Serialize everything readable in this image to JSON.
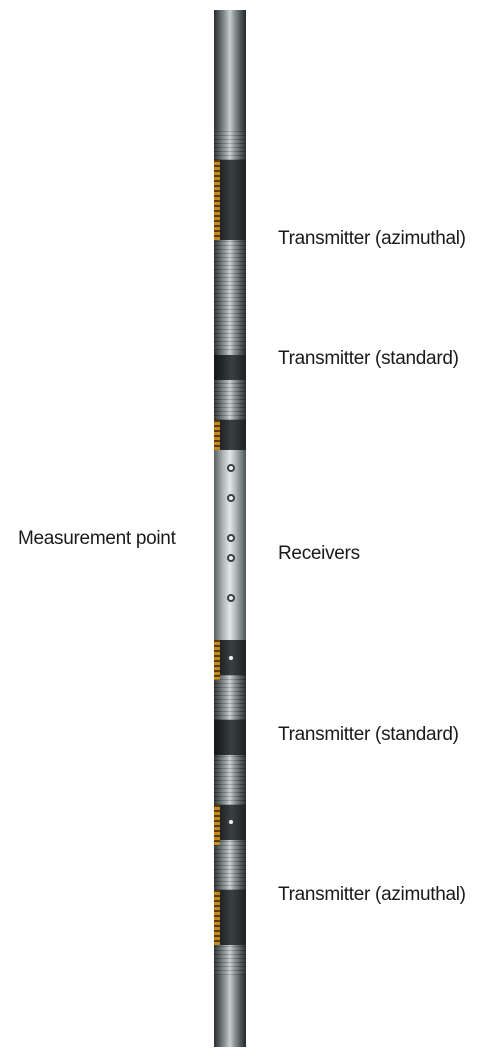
{
  "labels": {
    "transmitter_azimuthal_top": "Transmitter (azimuthal)",
    "transmitter_standard_top": "Transmitter (standard)",
    "measurement_point": "Measurement point",
    "receivers": "Receivers",
    "transmitter_standard_bottom": "Transmitter (standard)",
    "transmitter_azimuthal_bottom": "Transmitter (azimuthal)"
  }
}
